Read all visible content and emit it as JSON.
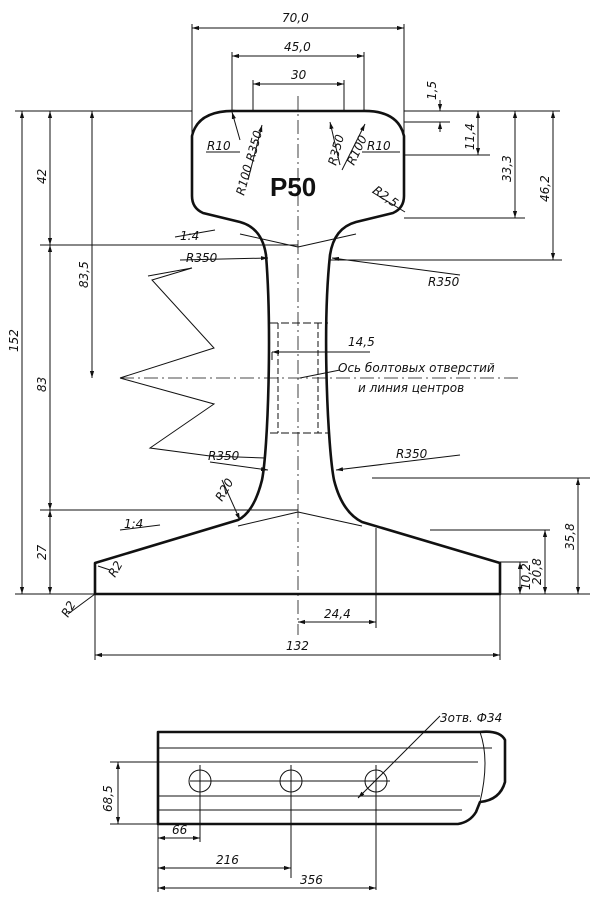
{
  "profile": {
    "name": "P50",
    "dims": {
      "width_head": "70,0",
      "width_inner": "45,0",
      "width_top": "30",
      "d_1_5": "1,5",
      "d_11_4": "11,4",
      "d_33_3": "33,3",
      "d_46_2": "46,2",
      "height_total": "152",
      "h_42": "42",
      "h_83_5": "83,5",
      "h_83": "83",
      "h_27": "27",
      "web": "14,5",
      "d_24_4": "24,4",
      "d_20_8": "20,8",
      "d_35_8": "35,8",
      "d_10_2": "10,2",
      "width_base": "132"
    },
    "radii": {
      "r10_left": "R10",
      "r350_left": "R350",
      "r100_left": "R100",
      "r350_right": "R350",
      "r100_right": "R100",
      "r10_right": "R10",
      "r2_5": "R2,5",
      "r350_upper_left": "R350",
      "r350_upper_right": "R350",
      "r350_lower_left": "R350",
      "r350_lower_right": "R350",
      "r20": "R20",
      "r2_foot": "R2",
      "r2_corner": "R2"
    },
    "slopes": {
      "head": "1:4",
      "base": "1:4"
    },
    "note_line1": "Ось болтовых отверстий",
    "note_line2": "и линия центров"
  },
  "side_view": {
    "holes_label": "3отв. Ф34",
    "d_68_5": "68,5",
    "d_66": "66",
    "d_216": "216",
    "d_356": "356"
  }
}
